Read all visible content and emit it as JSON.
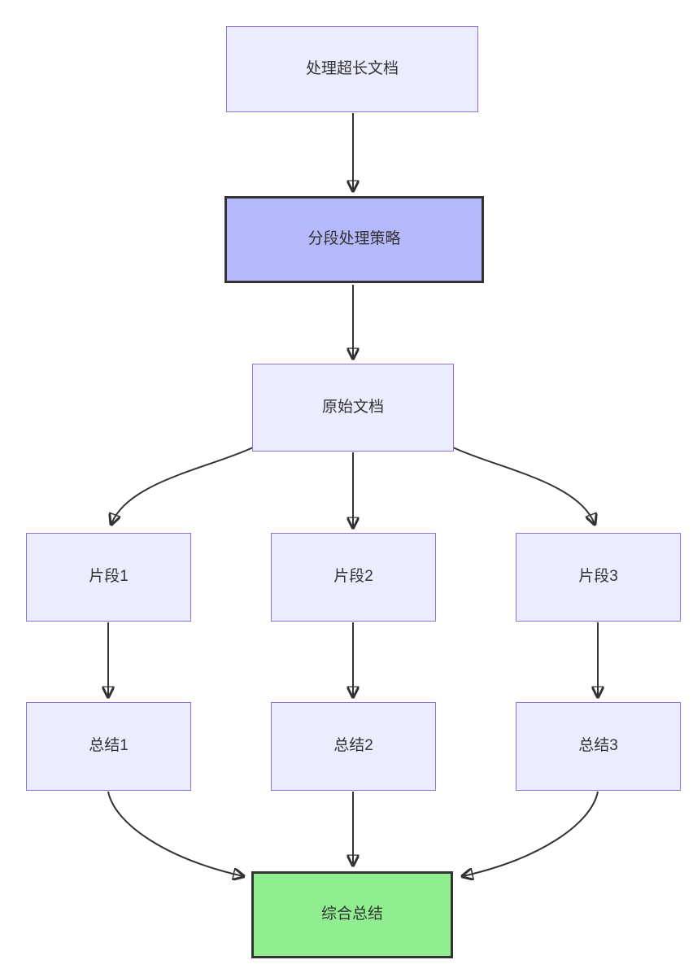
{
  "diagram": {
    "type": "flowchart",
    "direction": "top-down",
    "nodes": {
      "start": {
        "id": "start",
        "label": "处理超长文档",
        "style": "default"
      },
      "strategy": {
        "id": "strategy",
        "label": "分段处理策略",
        "style": "emphasis"
      },
      "doc": {
        "id": "doc",
        "label": "原始文档",
        "style": "default"
      },
      "seg1": {
        "id": "seg1",
        "label": "片段1",
        "style": "default"
      },
      "seg2": {
        "id": "seg2",
        "label": "片段2",
        "style": "default"
      },
      "seg3": {
        "id": "seg3",
        "label": "片段3",
        "style": "default"
      },
      "sum1": {
        "id": "sum1",
        "label": "总结1",
        "style": "default"
      },
      "sum2": {
        "id": "sum2",
        "label": "总结2",
        "style": "default"
      },
      "sum3": {
        "id": "sum3",
        "label": "总结3",
        "style": "default"
      },
      "final": {
        "id": "final",
        "label": "综合总结",
        "style": "success"
      }
    },
    "edges": [
      {
        "from": "start",
        "to": "strategy"
      },
      {
        "from": "strategy",
        "to": "doc"
      },
      {
        "from": "doc",
        "to": "seg1"
      },
      {
        "from": "doc",
        "to": "seg2"
      },
      {
        "from": "doc",
        "to": "seg3"
      },
      {
        "from": "seg1",
        "to": "sum1"
      },
      {
        "from": "seg2",
        "to": "sum2"
      },
      {
        "from": "seg3",
        "to": "sum3"
      },
      {
        "from": "sum1",
        "to": "final"
      },
      {
        "from": "sum2",
        "to": "final"
      },
      {
        "from": "sum3",
        "to": "final"
      }
    ],
    "colors": {
      "node_fill": "#ECECFF",
      "node_border": "#9370DB",
      "emphasis_fill": "#b5b8fa",
      "emphasis_border": "#333333",
      "success_fill": "#90EE90",
      "success_border": "#333333",
      "edge_stroke": "#333333",
      "text": "#333333",
      "background": "#ffffff"
    }
  }
}
